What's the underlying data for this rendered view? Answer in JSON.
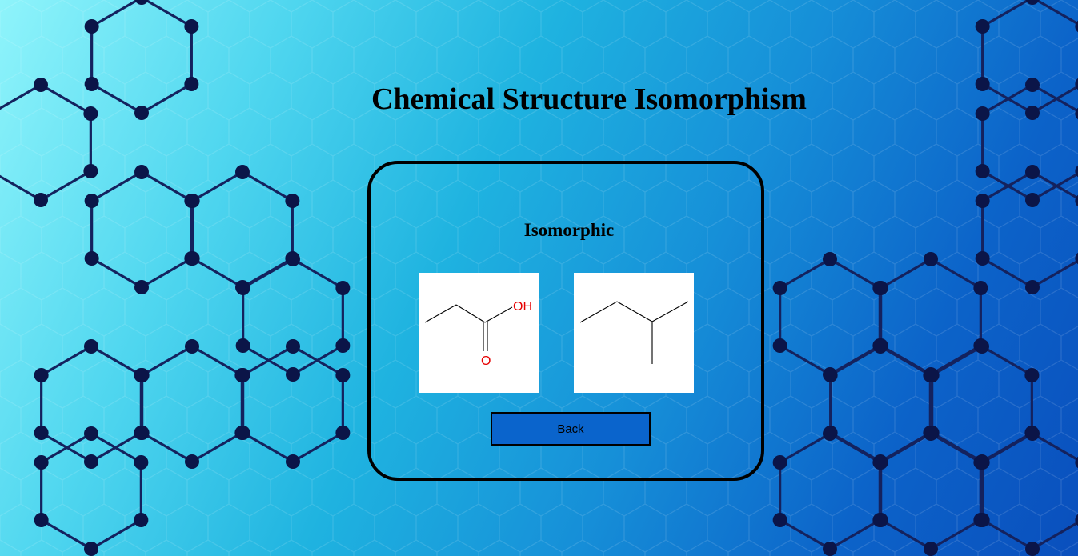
{
  "page": {
    "title": "Chemical Structure Isomorphism"
  },
  "result": {
    "text": "Isomorphic"
  },
  "molecules": [
    {
      "name": "molecule-a",
      "labels": {
        "hydroxyl": "OH",
        "oxygen": "O"
      }
    },
    {
      "name": "molecule-b"
    }
  ],
  "actions": {
    "back_label": "Back"
  },
  "colors": {
    "heteroatom": "#e60000",
    "button": "#0a64cc",
    "node": "#0b1548"
  }
}
